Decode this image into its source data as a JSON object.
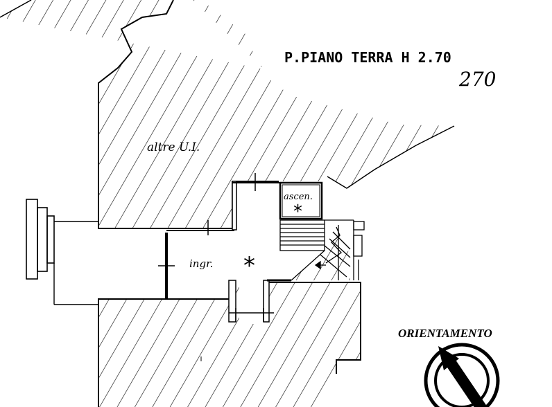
{
  "plan": {
    "title": "P.PIANO TERRA H 2.70",
    "handwritten_height": "270",
    "labels": {
      "other_units": "altre U.I.",
      "entrance": "ingr.",
      "elevator": "ascen.",
      "marker": "*"
    },
    "orientation": {
      "label": "ORIENTAMENTO"
    }
  }
}
